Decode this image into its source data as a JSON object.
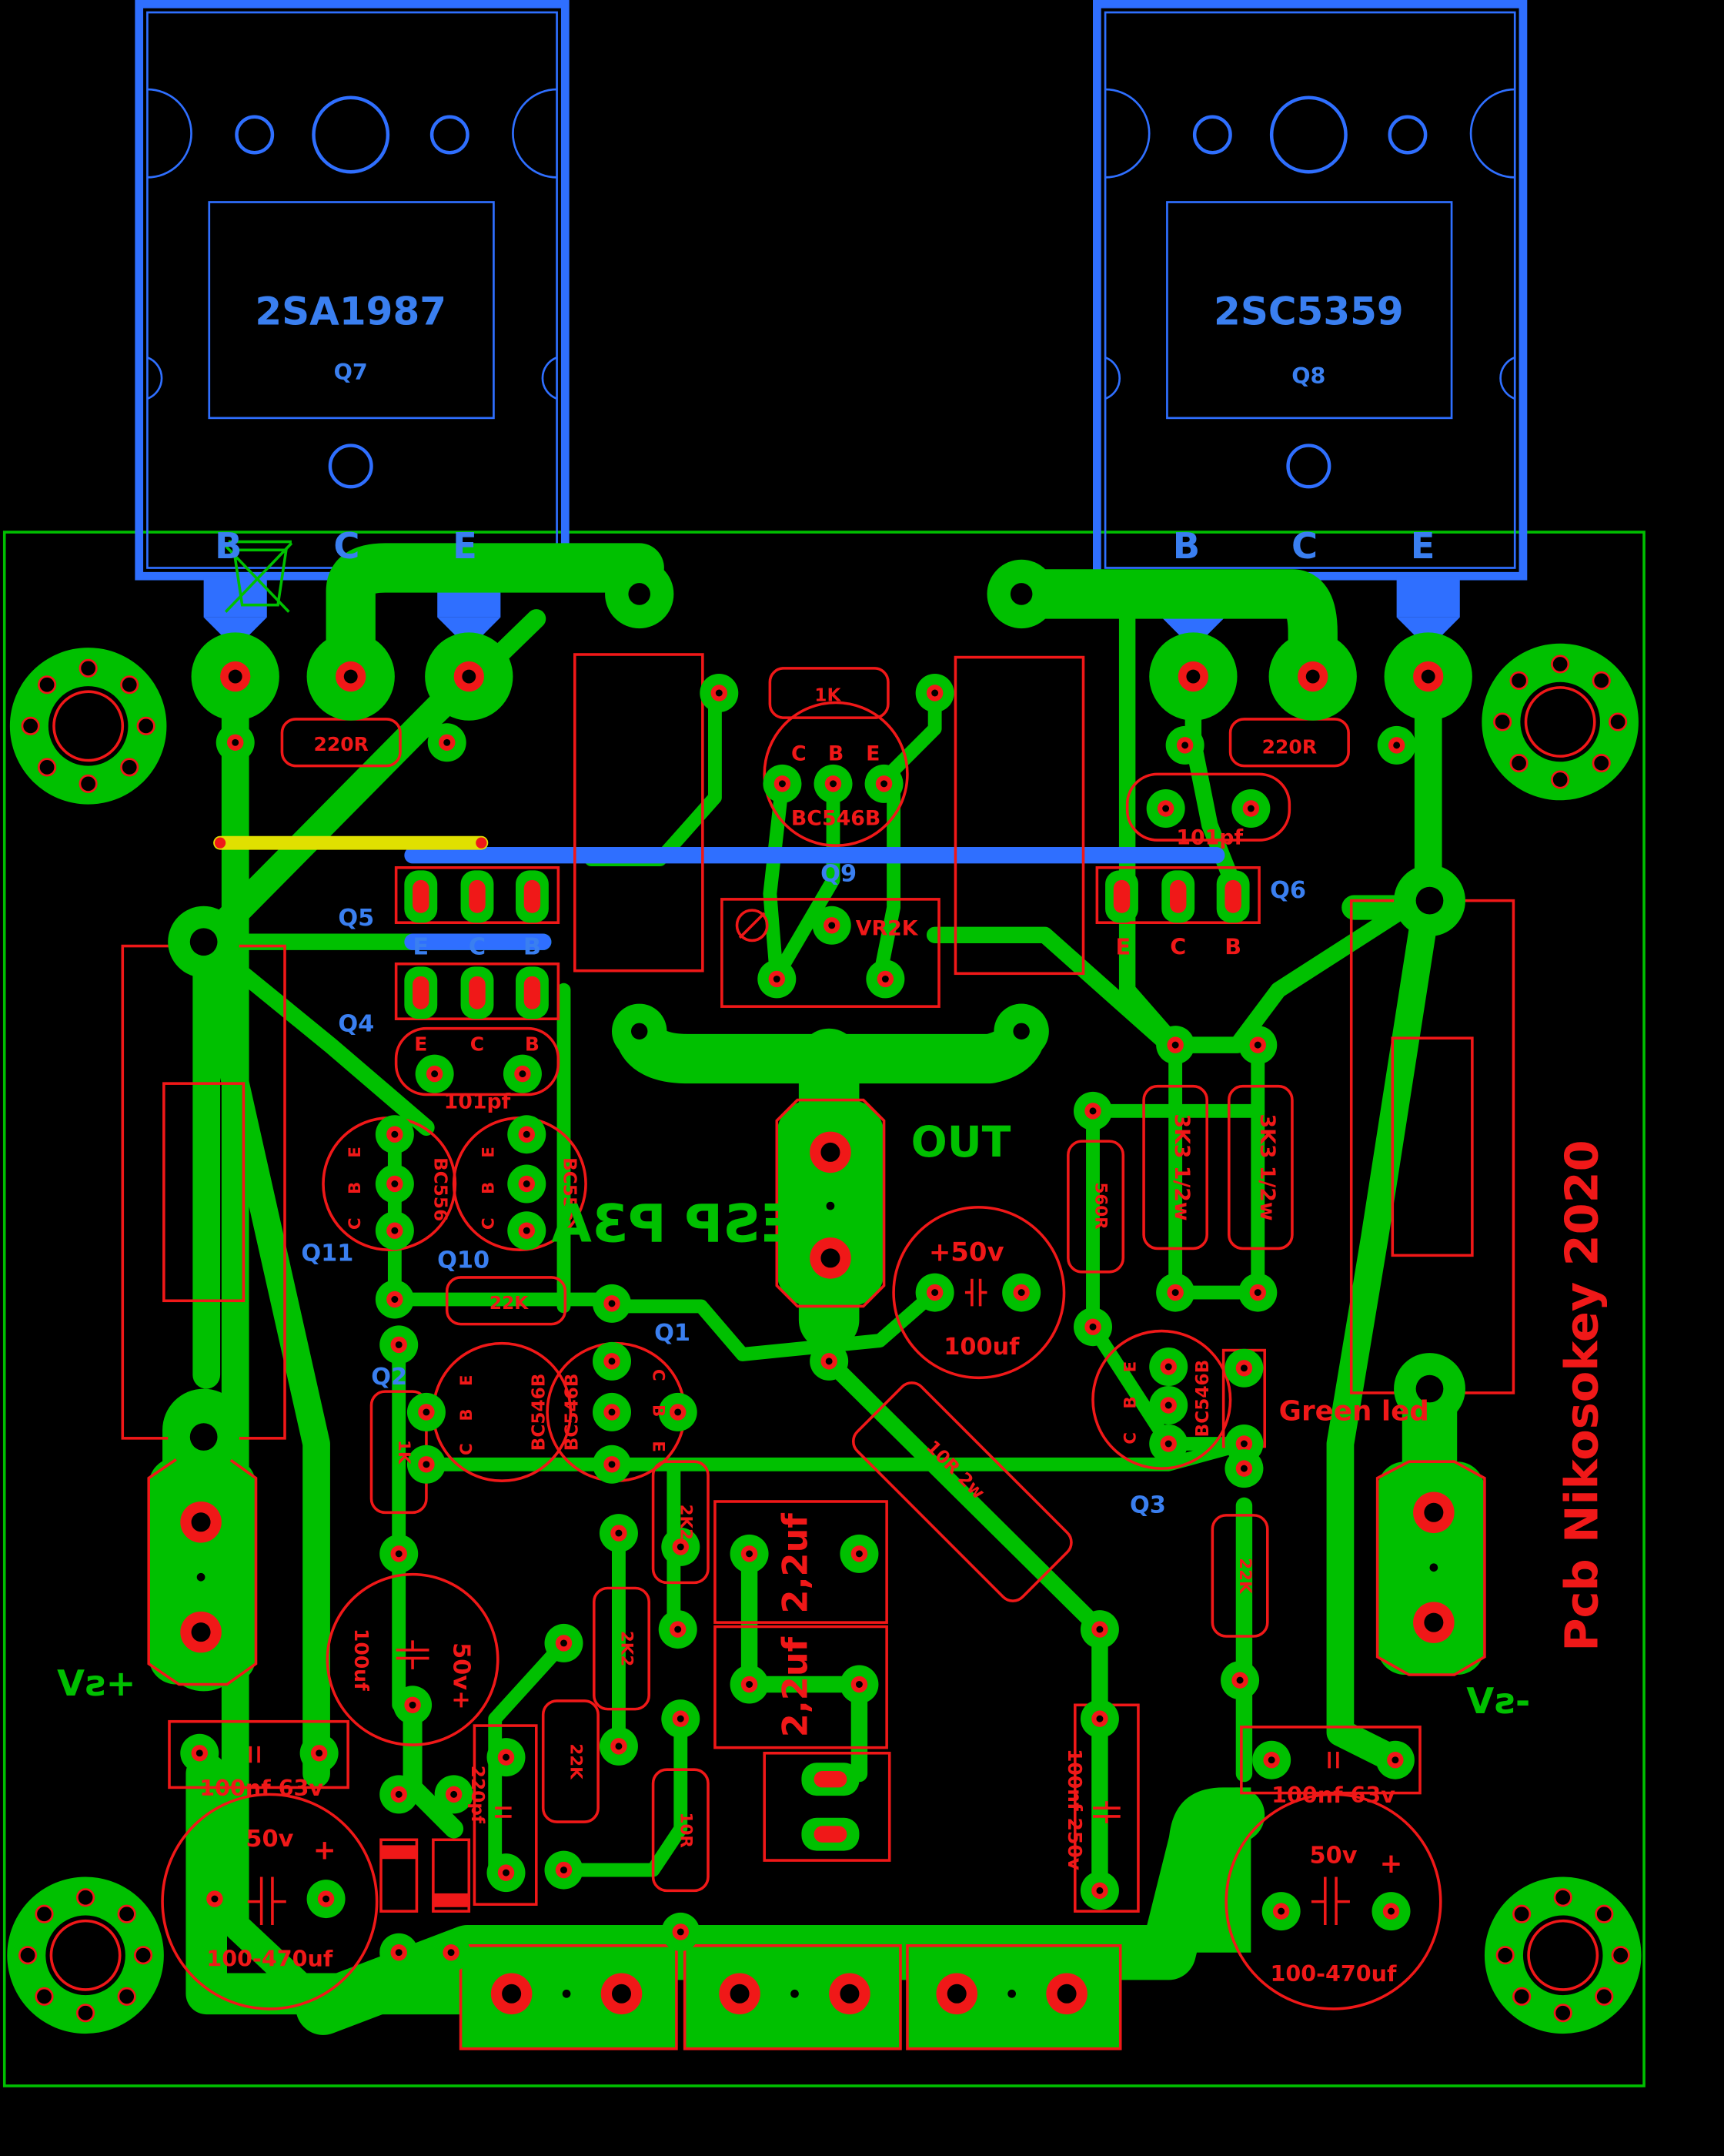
{
  "transistors_top": [
    {
      "part": "2SA1987",
      "ref": "Q7",
      "pins": [
        "B",
        "C",
        "E"
      ]
    },
    {
      "part": "2SC5359",
      "ref": "Q8",
      "pins": [
        "B",
        "C",
        "E"
      ]
    }
  ],
  "resistors": {
    "r_220_left": "220R",
    "r_220_right": "220R",
    "r_1k_top": "1K",
    "r_22k_a": "22K",
    "r_1k_left": "1K",
    "r_2k2_a": "2K2",
    "r_2k2_b": "2K2",
    "r_22k_b": "22K",
    "r_10r": "10R",
    "r_560r": "560R",
    "r_3k3_a": "3K3 1/2w",
    "r_3k3_b": "3K3 1/2w",
    "r_22k_c": "22K",
    "r_10r_2w": "10R 2w"
  },
  "caps": {
    "c_101_left": "101pf",
    "c_101_right": "101pf",
    "c_boot_v": "+50v",
    "c_boot_val": "100uf",
    "c_fb_v": "50v+",
    "c_fb_val": "100uf",
    "c_220": "220pf",
    "c_22_a": "2,2uf",
    "c_22_b": "2,2uf",
    "c_100nf_250": "100nf 250v",
    "c_100nf_l": "100nf 63v",
    "c_100nf_r": "100nf 63v",
    "c_bulk_l_v": "50v",
    "c_bulk_l_plus": "+",
    "c_bulk_l_val": "100-470uf",
    "c_bulk_r_v": "50v",
    "c_bulk_r_plus": "+",
    "c_bulk_r_val": "100-470uf"
  },
  "small_transistors": {
    "q9_part": "BC546B",
    "q9_ref": "Q9",
    "q5_ref": "Q5",
    "q4_ref": "Q4",
    "q6_ref": "Q6",
    "q11_part": "BC556",
    "q11_ref": "Q11",
    "q10_part": "BC556",
    "q10_ref": "Q10",
    "q1_part": "BC546B",
    "q1_ref": "Q1",
    "q2_part": "BC546B",
    "q2_ref": "Q2",
    "q3_part": "BC546B",
    "q3_ref": "Q3",
    "pin_e": "E",
    "pin_c": "C",
    "pin_b": "B"
  },
  "labels": {
    "trimmer": "VR2K",
    "out": "OUT",
    "title_mirror": "ESP P3A",
    "credit": "Pcb Nikosokey 2020",
    "led": "Green led",
    "vplus": "+sV",
    "vminus": "-sV"
  },
  "colors": {
    "background": "#000000",
    "copper_top": "#00c000",
    "silkscreen": "#f01818",
    "top_layer_blue": "#2f6fff",
    "jumper": "#e0e000"
  }
}
